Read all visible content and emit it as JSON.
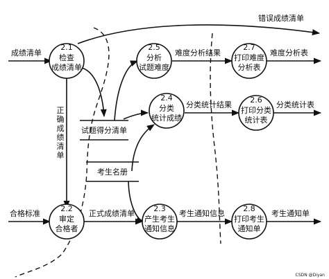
{
  "processes": [
    {
      "id": "p21",
      "num": "2.1",
      "name_lines": [
        "检查",
        "成绩清单"
      ]
    },
    {
      "id": "p22",
      "num": "2.2",
      "name_lines": [
        "审定",
        "合格者"
      ]
    },
    {
      "id": "p23",
      "num": "2.3",
      "name_lines": [
        "产生考生",
        "通知信息"
      ]
    },
    {
      "id": "p24",
      "num": "2.4",
      "name_lines": [
        "分类",
        "统计成绩"
      ]
    },
    {
      "id": "p25",
      "num": "2.5",
      "name_lines": [
        "分析",
        "试题难度"
      ]
    },
    {
      "id": "p26",
      "num": "2.6",
      "name_lines": [
        "打印分类",
        "统计表"
      ]
    },
    {
      "id": "p27",
      "num": "2.7",
      "name_lines": [
        "打印难度",
        "分析表"
      ]
    },
    {
      "id": "p28",
      "num": "2.8",
      "name_lines": [
        "打印考生",
        "通知单"
      ]
    }
  ],
  "stores": {
    "score_sheet": "试题得分清单",
    "candidate_roster": "考生名册"
  },
  "flows": {
    "grade_list_in": "成绩清单",
    "error_list": "错误成绩清单",
    "correct_list_vertical": "正确成绩清单",
    "pass_standard": "合格标准",
    "official_list": "正式成绩清单",
    "notice_info": "考生通知信息",
    "notice_sheet": "考生通知单",
    "difficulty_result": "难度分析结果",
    "difficulty_table": "难度分析表",
    "class_result": "分类统计结果",
    "class_table": "分类统计表"
  },
  "watermark": "CSDN @Diyan"
}
